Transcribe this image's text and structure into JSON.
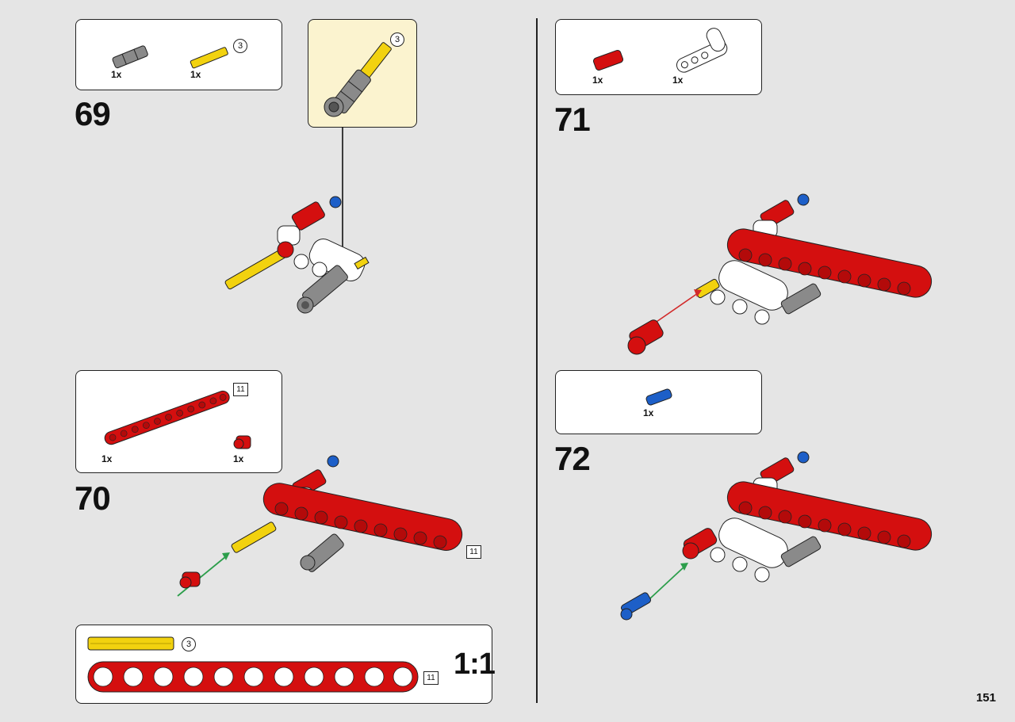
{
  "page": {
    "number": "151"
  },
  "steps": {
    "s69": {
      "number": "69",
      "parts": [
        "1x",
        "1x"
      ],
      "callout": "3"
    },
    "s70": {
      "number": "70",
      "parts": [
        "1x",
        "1x"
      ],
      "beam_len": "11",
      "assembly_len": "11"
    },
    "s71": {
      "number": "71",
      "parts": [
        "1x",
        "1x"
      ]
    },
    "s72": {
      "number": "72",
      "parts": [
        "1x"
      ]
    }
  },
  "scale_box": {
    "ratio": "1:1",
    "axle_count": "3",
    "beam_len": "11"
  },
  "colors": {
    "red": "#d40f0f",
    "yellow": "#f2d20f",
    "blue": "#1d5fc8",
    "gray": "#8a8a8a",
    "callout_bg": "#fbf3cf"
  }
}
